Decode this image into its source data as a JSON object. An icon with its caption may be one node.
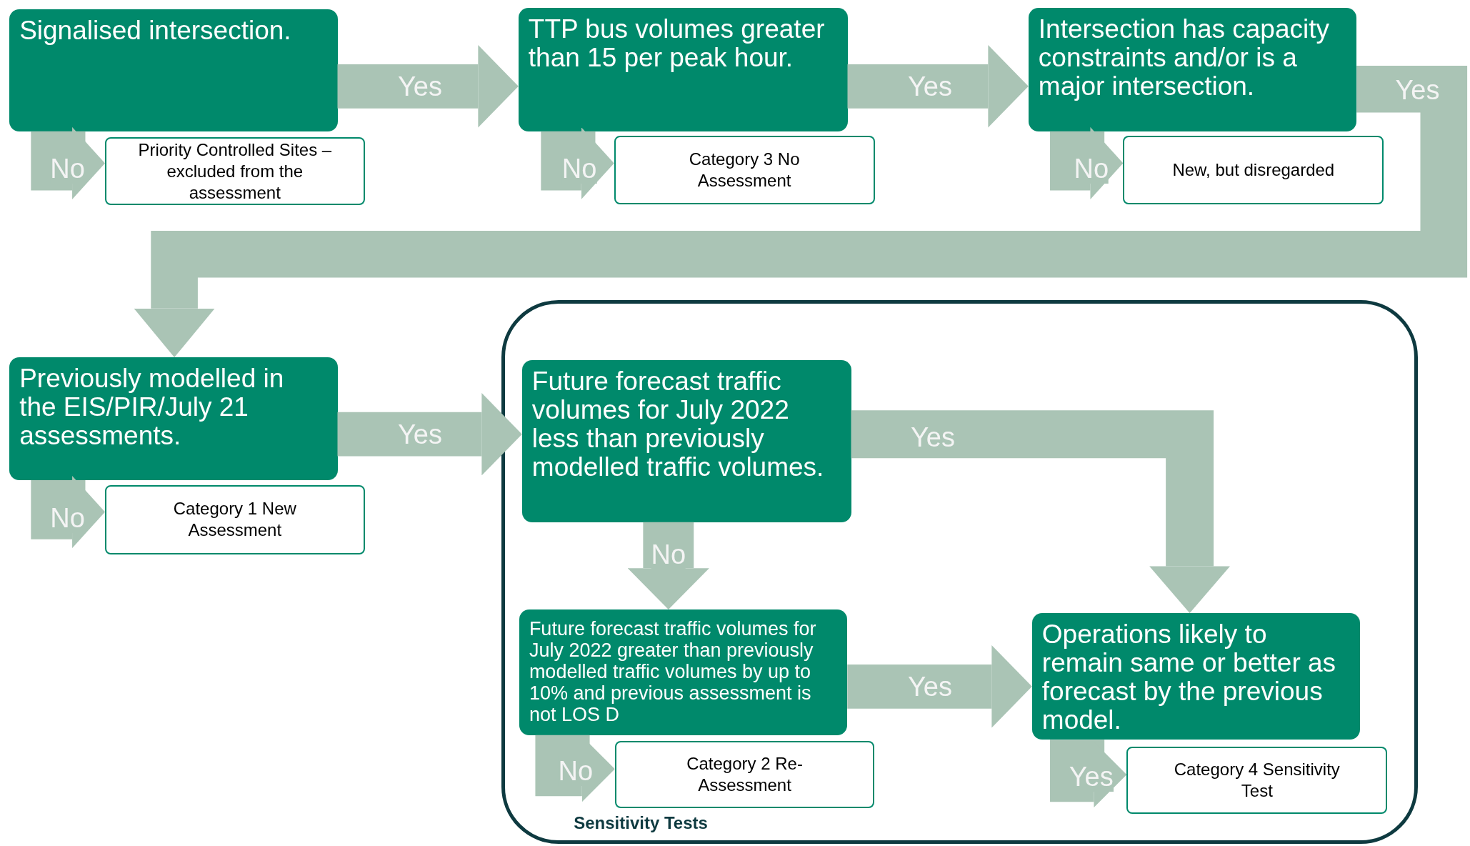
{
  "diagram": {
    "nodes": [
      {
        "text": [
          "Signalised intersection."
        ]
      },
      {
        "text": [
          "Priority Controlled Sites – excluded from the assessment"
        ]
      },
      {
        "text": [
          "TTP bus volumes greater than 15 per peak hour."
        ]
      },
      {
        "text": [
          "Category 3 No Assessment"
        ]
      },
      {
        "text": [
          "Intersection has capacity constraints and/or is a major intersection."
        ]
      },
      {
        "text": [
          "New, but disregarded"
        ]
      },
      {
        "text": [
          "Previously modelled in the EIS/PIR/July 21 assessments."
        ]
      },
      {
        "text": [
          "Category 1 New Assessment"
        ]
      },
      {
        "text": [
          "Sensitivity Tests"
        ]
      },
      {
        "text": [
          "Future forecast traffic volumes for July 2022 less than previously modelled traffic volumes."
        ],
        "in": 8
      },
      {
        "text": [
          "Future forecast traffic volumes for July 2022 greater than previously modelled traffic volumes by up to 10% and previous assessment is not LOS D"
        ],
        "in": 8
      },
      {
        "text": [
          "Category 2 Re-Assessment"
        ],
        "in": 8
      },
      {
        "text": [
          "Operations likely to remain same or better as forecast by the previous model."
        ],
        "in": 8
      },
      {
        "text": [
          "Category 4 Sensitivity Test"
        ],
        "in": 8
      }
    ],
    "edges": [
      {
        "from": 0,
        "to": 1,
        "arrow": "to",
        "label": "No"
      },
      {
        "from": 0,
        "to": 2,
        "arrow": "to",
        "label": "Yes"
      },
      {
        "from": 2,
        "to": 3,
        "arrow": "to",
        "label": "No"
      },
      {
        "from": 2,
        "to": 4,
        "arrow": "to",
        "label": "Yes"
      },
      {
        "from": 4,
        "to": 5,
        "arrow": "to",
        "label": "No"
      },
      {
        "from": 4,
        "to": 6,
        "arrow": "to",
        "label": "Yes"
      },
      {
        "from": 6,
        "to": 7,
        "arrow": "to",
        "label": "No"
      },
      {
        "from": 6,
        "to": 9,
        "arrow": "to",
        "label": "Yes"
      },
      {
        "from": 9,
        "to": 10,
        "arrow": "to",
        "label": "No"
      },
      {
        "from": 9,
        "to": 12,
        "arrow": "to",
        "label": "Yes"
      },
      {
        "from": 10,
        "to": 12,
        "arrow": "to",
        "label": "Yes"
      },
      {
        "from": 10,
        "to": 11,
        "arrow": "to",
        "label": "No"
      },
      {
        "from": 12,
        "to": 13,
        "arrow": "to",
        "label": "Yes"
      }
    ]
  }
}
